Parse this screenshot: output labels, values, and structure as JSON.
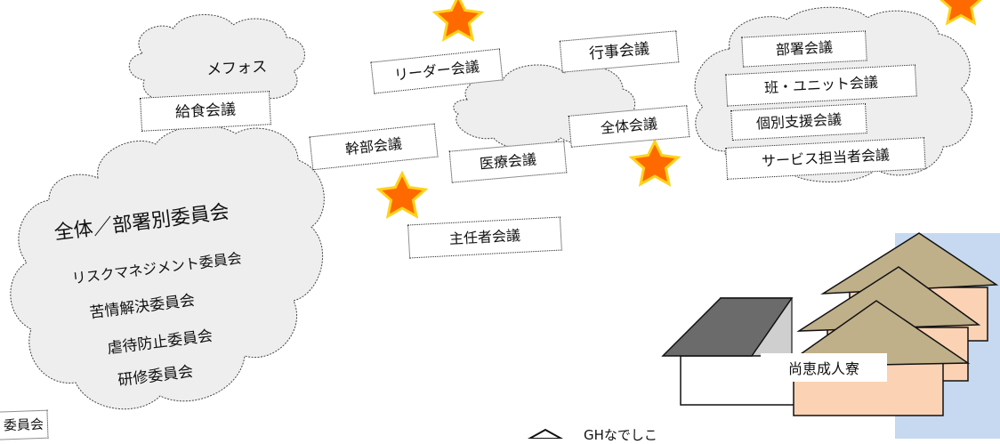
{
  "labels": {
    "mefos": "メフォス",
    "kyushoku": "給食会議",
    "leader": "リーダー会議",
    "gyoji": "行事会議",
    "busho": "部署会議",
    "han_unit": "班・ユニット会議",
    "kobetsu": "個別支援会議",
    "service": "サービス担当者会議",
    "kanbu": "幹部会議",
    "iryo": "医療会議",
    "zentai": "全体会議",
    "shunin": "主任者会議",
    "iinkai_partial": "委員会",
    "gh_partial": "GHなでしこ"
  },
  "committee": {
    "title": "全体／部署別委員会",
    "items": [
      "リスクマネジメント委員会",
      "苦情解決委員会",
      "虐待防止委員会",
      "研修委員会"
    ]
  },
  "house": {
    "label": "尚恵成人寮"
  },
  "colors": {
    "cloud_fill": "#eeeeee",
    "cloud_stroke": "#444444",
    "star_fill": "#ff6a00",
    "star_stroke": "#ffd21a",
    "roof_tan": "#bfb08a",
    "house_body": "#fbd3b4",
    "blue_panel": "#c6d9f1",
    "gray_roof": "#6b6b6b"
  }
}
